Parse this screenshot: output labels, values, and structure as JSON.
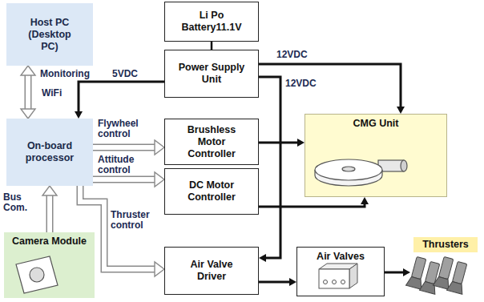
{
  "diagram": {
    "nodes": [
      {
        "text": [
          "Host PC (Desktop PC)"
        ]
      },
      {
        "text": [
          "Li Po Battery11.1V"
        ]
      },
      {
        "text": [
          "Power Supply Unit"
        ]
      },
      {
        "text": [
          "On-board processor"
        ]
      },
      {
        "text": [
          "Brushless Motor Controller"
        ]
      },
      {
        "text": [
          "DC Motor Controller"
        ]
      },
      {
        "text": [
          "CMG Unit"
        ]
      },
      {
        "text": [
          "Camera Module"
        ]
      },
      {
        "text": [
          "Air Valve Driver"
        ]
      },
      {
        "text": [
          "Air Valves"
        ]
      },
      {
        "text": [
          "Thrusters"
        ]
      }
    ],
    "edges": [
      {
        "from": 1,
        "to": 2,
        "arrow": "none"
      },
      {
        "from": 2,
        "to": 3,
        "label": "5VDC",
        "arrow": "to"
      },
      {
        "from": 2,
        "to": 6,
        "label": "12VDC",
        "arrow": "to"
      },
      {
        "from": 2,
        "to": 8,
        "label": "12VDC",
        "arrow": "to"
      },
      {
        "from": 0,
        "to": 3,
        "label": "WiFi",
        "arrow": "both"
      },
      {
        "from": 3,
        "to": 4,
        "label": "Flywheel control",
        "arrow": "to"
      },
      {
        "from": 3,
        "to": 5,
        "label": "Attitude control",
        "arrow": "to"
      },
      {
        "from": 7,
        "to": 3,
        "label": "Bus Com.",
        "arrow": "to"
      },
      {
        "from": 3,
        "to": 8,
        "label": "Thruster control",
        "arrow": "to"
      },
      {
        "from": 4,
        "to": 6,
        "arrow": "to"
      },
      {
        "from": 5,
        "to": 6,
        "arrow": "to"
      },
      {
        "from": 8,
        "to": 9,
        "arrow": "to"
      },
      {
        "from": 9,
        "to": 10,
        "arrow": "to"
      }
    ],
    "labels": [
      "Monitoring"
    ]
  }
}
